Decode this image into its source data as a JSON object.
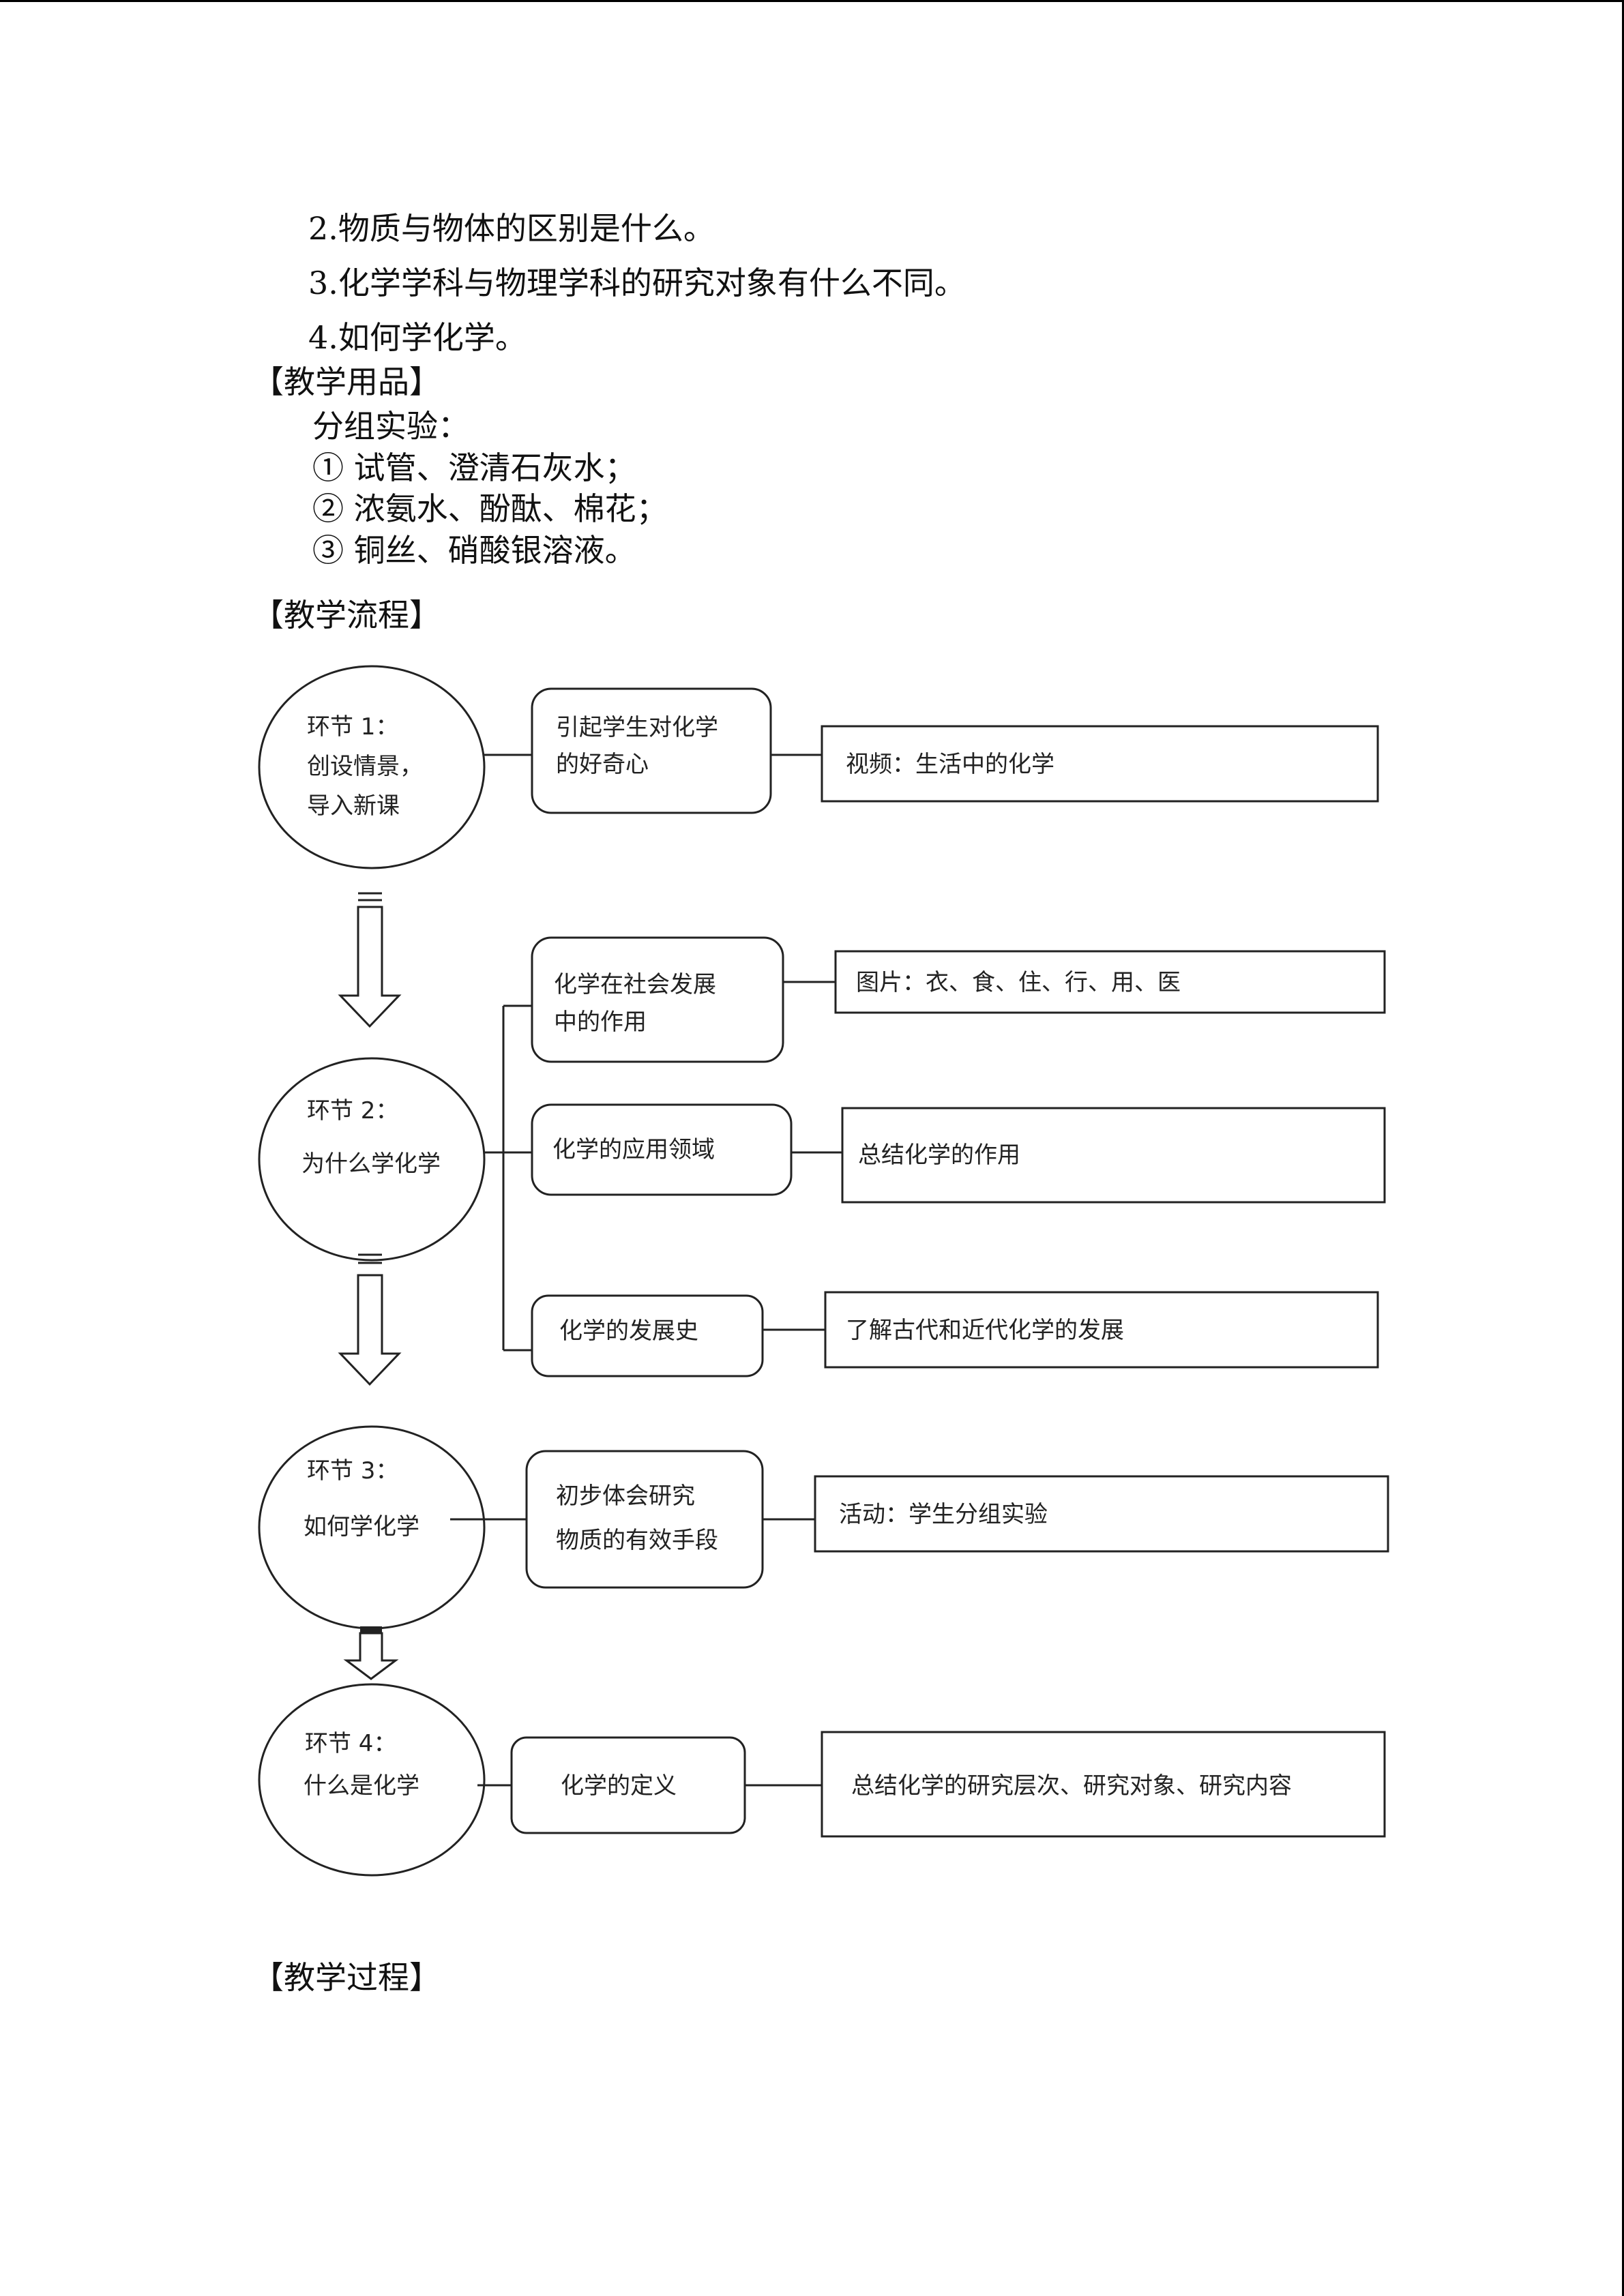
{
  "questions": [
    "2.物质与物体的区别是什么。",
    "3.化学学科与物理学科的研究对象有什么不同。",
    "4.如何学化学。"
  ],
  "supplies": {
    "heading": "【教学用品】",
    "intro": "分组实验：",
    "items": [
      "① 试管、澄清石灰水；",
      "② 浓氨水、酚酞、棉花；",
      "③ 铜丝、硝酸银溶液。"
    ]
  },
  "flow": {
    "heading": "【教学流程】",
    "stages": [
      {
        "title": "环节 1：",
        "lines": [
          "创设情景，",
          "导入新课"
        ]
      },
      {
        "title": "环节 2：",
        "lines": [
          "为什么学化学"
        ]
      },
      {
        "title": "环节 3：",
        "lines": [
          "如何学化学"
        ]
      },
      {
        "title": "环节 4：",
        "lines": [
          "什么是化学"
        ]
      }
    ],
    "goals": [
      {
        "lines": [
          "引起学生对化学",
          "的好奇心"
        ]
      },
      {
        "lines": [
          "化学在社会发展",
          "中的作用"
        ]
      },
      {
        "lines": [
          "化学的应用领域"
        ]
      },
      {
        "lines": [
          "化学的发展史"
        ]
      },
      {
        "lines": [
          "初步体会研究",
          "物质的有效手段"
        ]
      },
      {
        "lines": [
          "化学的定义"
        ]
      }
    ],
    "details": [
      "视频：生活中的化学",
      "图片：衣、食、住、行、用、医",
      "总结化学的作用",
      "了解古代和近代化学的发展",
      "活动：学生分组实验",
      "总结化学的研究层次、研究对象、研究内容"
    ]
  },
  "process": {
    "heading": "【教学过程】"
  }
}
